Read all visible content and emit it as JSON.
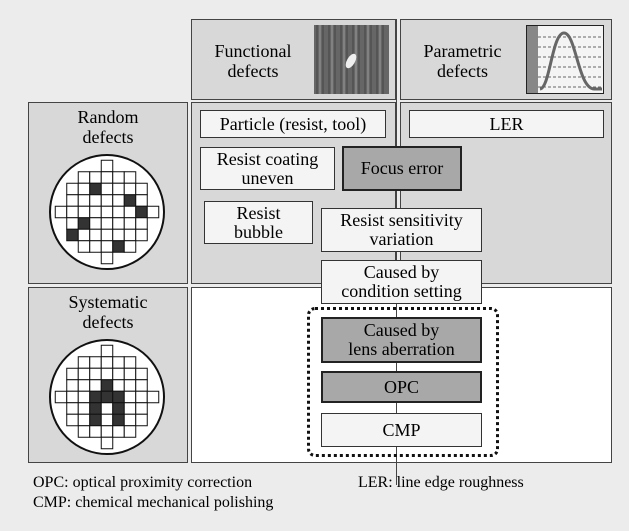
{
  "headers": {
    "functional": "Functional\ndefects",
    "parametric": "Parametric\ndefects"
  },
  "rows": {
    "random": "Random\ndefects",
    "systematic": "Systematic\ndefects"
  },
  "boxes": {
    "particle": "Particle (resist, tool)",
    "ler": "LER",
    "resist_coating": "Resist coating\nuneven",
    "focus_error": "Focus error",
    "resist_bubble": "Resist\nbubble",
    "resist_sensitivity": "Resist sensitivity\nvariation",
    "condition_setting": "Caused by\ncondition setting",
    "lens_aberration": "Caused by\nlens aberration",
    "opc": "OPC",
    "cmp": "CMP"
  },
  "legend": {
    "opc": "OPC: optical proximity correction",
    "cmp": "CMP: chemical mechanical polishing",
    "ler": "LER: line edge roughness"
  },
  "colors": {
    "background": "#ececec",
    "cell": "#d8d8d8",
    "dark_box": "#a8a8a8",
    "light_box": "#f4f4f4",
    "wafer_defect_die": "#333333"
  }
}
